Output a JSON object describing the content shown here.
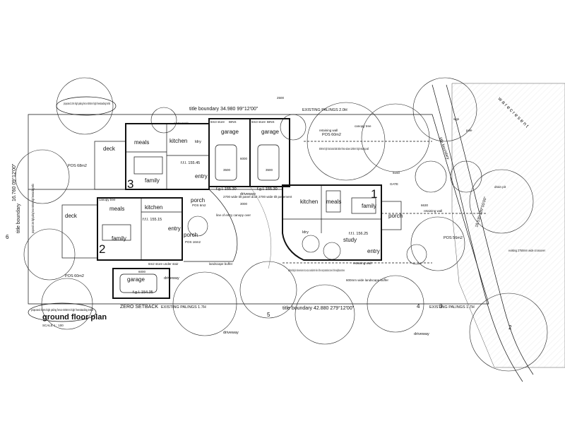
{
  "title": "ground floor plan",
  "scale": "SCALE   1 : 100",
  "boundaries": {
    "top": "title boundary  34.980    99°12'00\"",
    "bottom": "title boundary  42.880    279°12'00\"",
    "left": "16.760  09°12'00\"",
    "left_label": "title boundary",
    "right_top": "title boundary",
    "right_bearing": "18.530  189°55'00\"",
    "zero_setback": "ZERO SETBACK",
    "palings_top": "EXISTING PALINGS 2.0H",
    "palings_bottom_left": "EXISTING PALINGS 1.7H",
    "palings_bottom_right": "EXISTING PALINGS 1.7H"
  },
  "street": "w a r e     c r e s e n t",
  "unit_numbers": {
    "u1": "1",
    "u2": "2",
    "u3": "3"
  },
  "site_numbers": [
    "6",
    "5",
    "4",
    "3",
    "2"
  ],
  "rooms": {
    "u3_meals": "meals",
    "u3_kitchen": "kitchen",
    "u3_family": "family",
    "u3_entry": "entry",
    "u3_ldry": "ldry",
    "u3_deck": "deck",
    "u3_garage": "garage",
    "u2_meals": "meals",
    "u2_kitchen": "kitchen",
    "u2_family": "family",
    "u2_entry": "entry",
    "u2_porch": "porch",
    "u2_deck": "deck",
    "u2_garage": "garage",
    "u1_kitchen": "kitchen",
    "u1_meals": "meals",
    "u1_family": "family",
    "u1_study": "study",
    "u1_entry": "entry",
    "u1_porch": "porch",
    "u1_ldry": "ldry",
    "u1_garage": "garage",
    "u3_porch": "porch"
  },
  "levels": {
    "u3_ffl": "f.f.l. 155.45",
    "u2_ffl": "f.f.l. 155.15",
    "u1_ffl": "f.f.l. 156.25",
    "g3_ffl": "f.g.l. 155.30",
    "g1_ffl": "f.g.l. 155.30",
    "g2_ffl": "f.g.l. 154.35"
  },
  "pos": {
    "u3": "POS\n68m2",
    "u2": "POS\n60m2",
    "u1_top": "POS\n60m2",
    "u1_right": "POS\n56m2",
    "u2_porch": "POS\n16m2",
    "u3_porch_pos": "POS\n6m2"
  },
  "annotations": {
    "fence_top": "proposed 2.0m high paling fence 500mm high freestanding trellis",
    "fence_left": "proposed 2.0m high paling fence 500mm high freestanding trellis",
    "fence_bottom": "proposed 2.0m high paling fence 500mm high freestanding trellis",
    "retaining_wall": "retaining wall",
    "screen_fence": "600mm high horizontal slat timber fence above 1200mm high retaining wall",
    "driveway": "driveway",
    "landscape_buffer": "landscape buffer",
    "trenching": "all trenching for site services is to occur outside the line of the root protection zone of the neighbours trees",
    "landscape_buffer_bottom": "600mm wide landscape buffer",
    "wide_crossover": "existing 2750mm wide crossover",
    "line_canopy": "line of entry canopy over",
    "steps": "6m2 store under stair",
    "gate": "GATE",
    "canopy_tree": "canopy tree",
    "water_tank": "water tank",
    "bins": "BINS",
    "store": "6m3 store",
    "width_panel": "2700 wide tilt panel door",
    "pavement": "2700 wide tilt pavement",
    "sign": "sign",
    "pole": "pole",
    "drain": "drain pit",
    "dims": {
      "d1": "6000",
      "d2": "3500",
      "d3": "3500",
      "d4": "6150",
      "d5": "6630",
      "d6": "3000",
      "d7": "6000",
      "d8": "2500"
    }
  }
}
